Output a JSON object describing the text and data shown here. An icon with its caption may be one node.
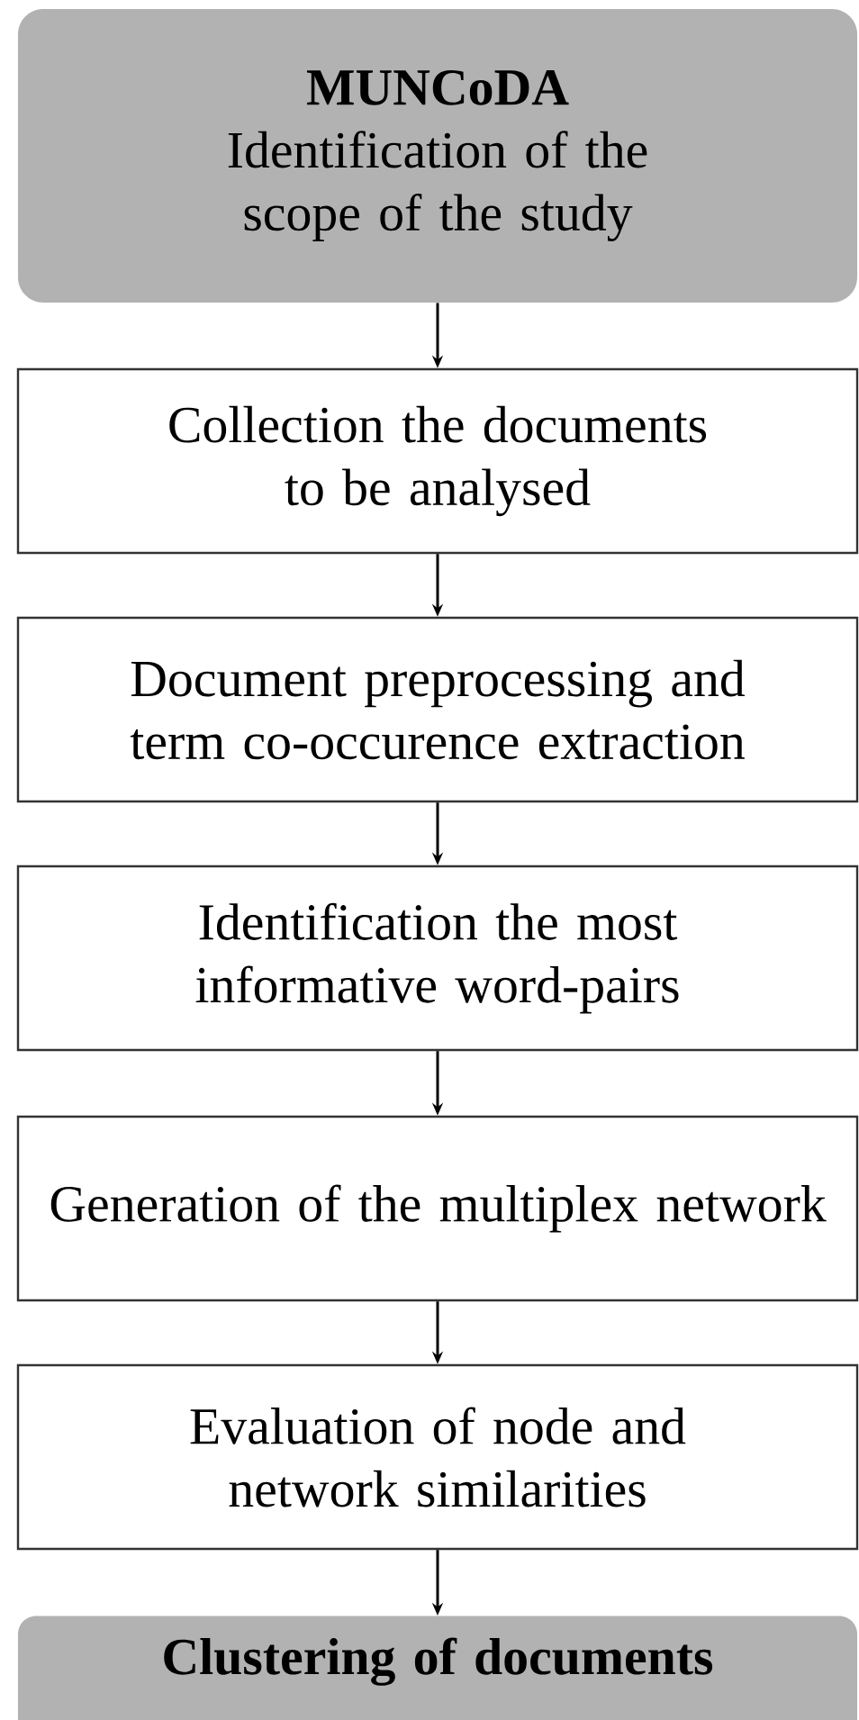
{
  "diagram": {
    "nodes": [
      {
        "text": [
          "MUNCoDA",
          "Identification of the scope of the study"
        ]
      },
      {
        "text": [
          "Collection the documents to be analysed"
        ]
      },
      {
        "text": [
          "Document preprocessing and term co-occurence extraction"
        ]
      },
      {
        "text": [
          "Identification the most informative word-pairs"
        ]
      },
      {
        "text": [
          "Generation of the multiplex network"
        ]
      },
      {
        "text": [
          "Evaluation of node and network similarities"
        ]
      },
      {
        "text": [
          "Clustering of documents"
        ]
      }
    ],
    "edges": [
      {
        "from": 0,
        "to": 1,
        "arrow": "to"
      },
      {
        "from": 1,
        "to": 2,
        "arrow": "to"
      },
      {
        "from": 2,
        "to": 3,
        "arrow": "to"
      },
      {
        "from": 3,
        "to": 4,
        "arrow": "to"
      },
      {
        "from": 4,
        "to": 5,
        "arrow": "to"
      },
      {
        "from": 5,
        "to": 6,
        "arrow": "to"
      }
    ]
  }
}
